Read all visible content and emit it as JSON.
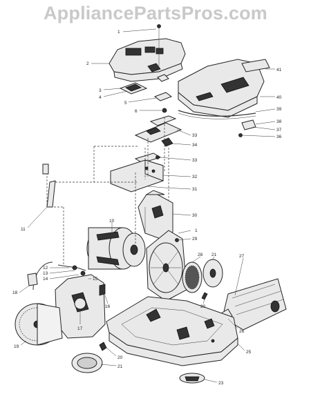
{
  "watermark": "AppliancePartsPros.com",
  "callouts": [
    {
      "id": "c1a",
      "label": "1"
    },
    {
      "id": "c2",
      "label": "2"
    },
    {
      "id": "c3a",
      "label": "3"
    },
    {
      "id": "c4",
      "label": "4"
    },
    {
      "id": "c5",
      "label": "5"
    },
    {
      "id": "c6",
      "label": "6"
    },
    {
      "id": "c33a",
      "label": "33"
    },
    {
      "id": "c34",
      "label": "34"
    },
    {
      "id": "c33b",
      "label": "33"
    },
    {
      "id": "c32",
      "label": "32"
    },
    {
      "id": "c31",
      "label": "31"
    },
    {
      "id": "c30",
      "label": "30"
    },
    {
      "id": "c1b",
      "label": "1"
    },
    {
      "id": "c29",
      "label": "29"
    },
    {
      "id": "c11",
      "label": "11"
    },
    {
      "id": "c10",
      "label": "10"
    },
    {
      "id": "c41",
      "label": "41"
    },
    {
      "id": "c40",
      "label": "40"
    },
    {
      "id": "c39",
      "label": "39"
    },
    {
      "id": "c38",
      "label": "38"
    },
    {
      "id": "c37",
      "label": "37"
    },
    {
      "id": "c36",
      "label": "36"
    },
    {
      "id": "c28",
      "label": "28"
    },
    {
      "id": "c21a",
      "label": "21"
    },
    {
      "id": "c27",
      "label": "27"
    },
    {
      "id": "c20a",
      "label": "20"
    },
    {
      "id": "c26",
      "label": "26"
    },
    {
      "id": "c12",
      "label": "12"
    },
    {
      "id": "c13",
      "label": "13"
    },
    {
      "id": "c14",
      "label": "14"
    },
    {
      "id": "c15",
      "label": "15"
    },
    {
      "id": "c18",
      "label": "18"
    },
    {
      "id": "c16",
      "label": "16"
    },
    {
      "id": "c17",
      "label": "17"
    },
    {
      "id": "c19",
      "label": "19"
    },
    {
      "id": "c20b",
      "label": "20"
    },
    {
      "id": "c21b",
      "label": "21"
    },
    {
      "id": "c25",
      "label": "25"
    },
    {
      "id": "c23",
      "label": "23"
    }
  ]
}
